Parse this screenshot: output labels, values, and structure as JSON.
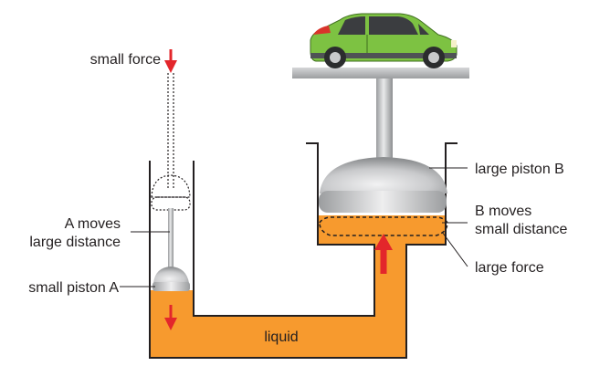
{
  "labels": {
    "small_force": "small force",
    "a_moves_line1": "A moves",
    "a_moves_line2": "large distance",
    "small_piston_a": "small piston A",
    "liquid": "liquid",
    "large_piston_b": "large piston B",
    "b_moves_line1": "B moves",
    "b_moves_line2": "small distance",
    "large_force": "large force"
  },
  "colors": {
    "liquid": "#f79a2e",
    "arrow": "#e3262b",
    "car_body": "#7dc242",
    "container_wall": "#231f20"
  },
  "icons": [
    "car-icon",
    "down-arrow-icon",
    "up-arrow-icon"
  ]
}
